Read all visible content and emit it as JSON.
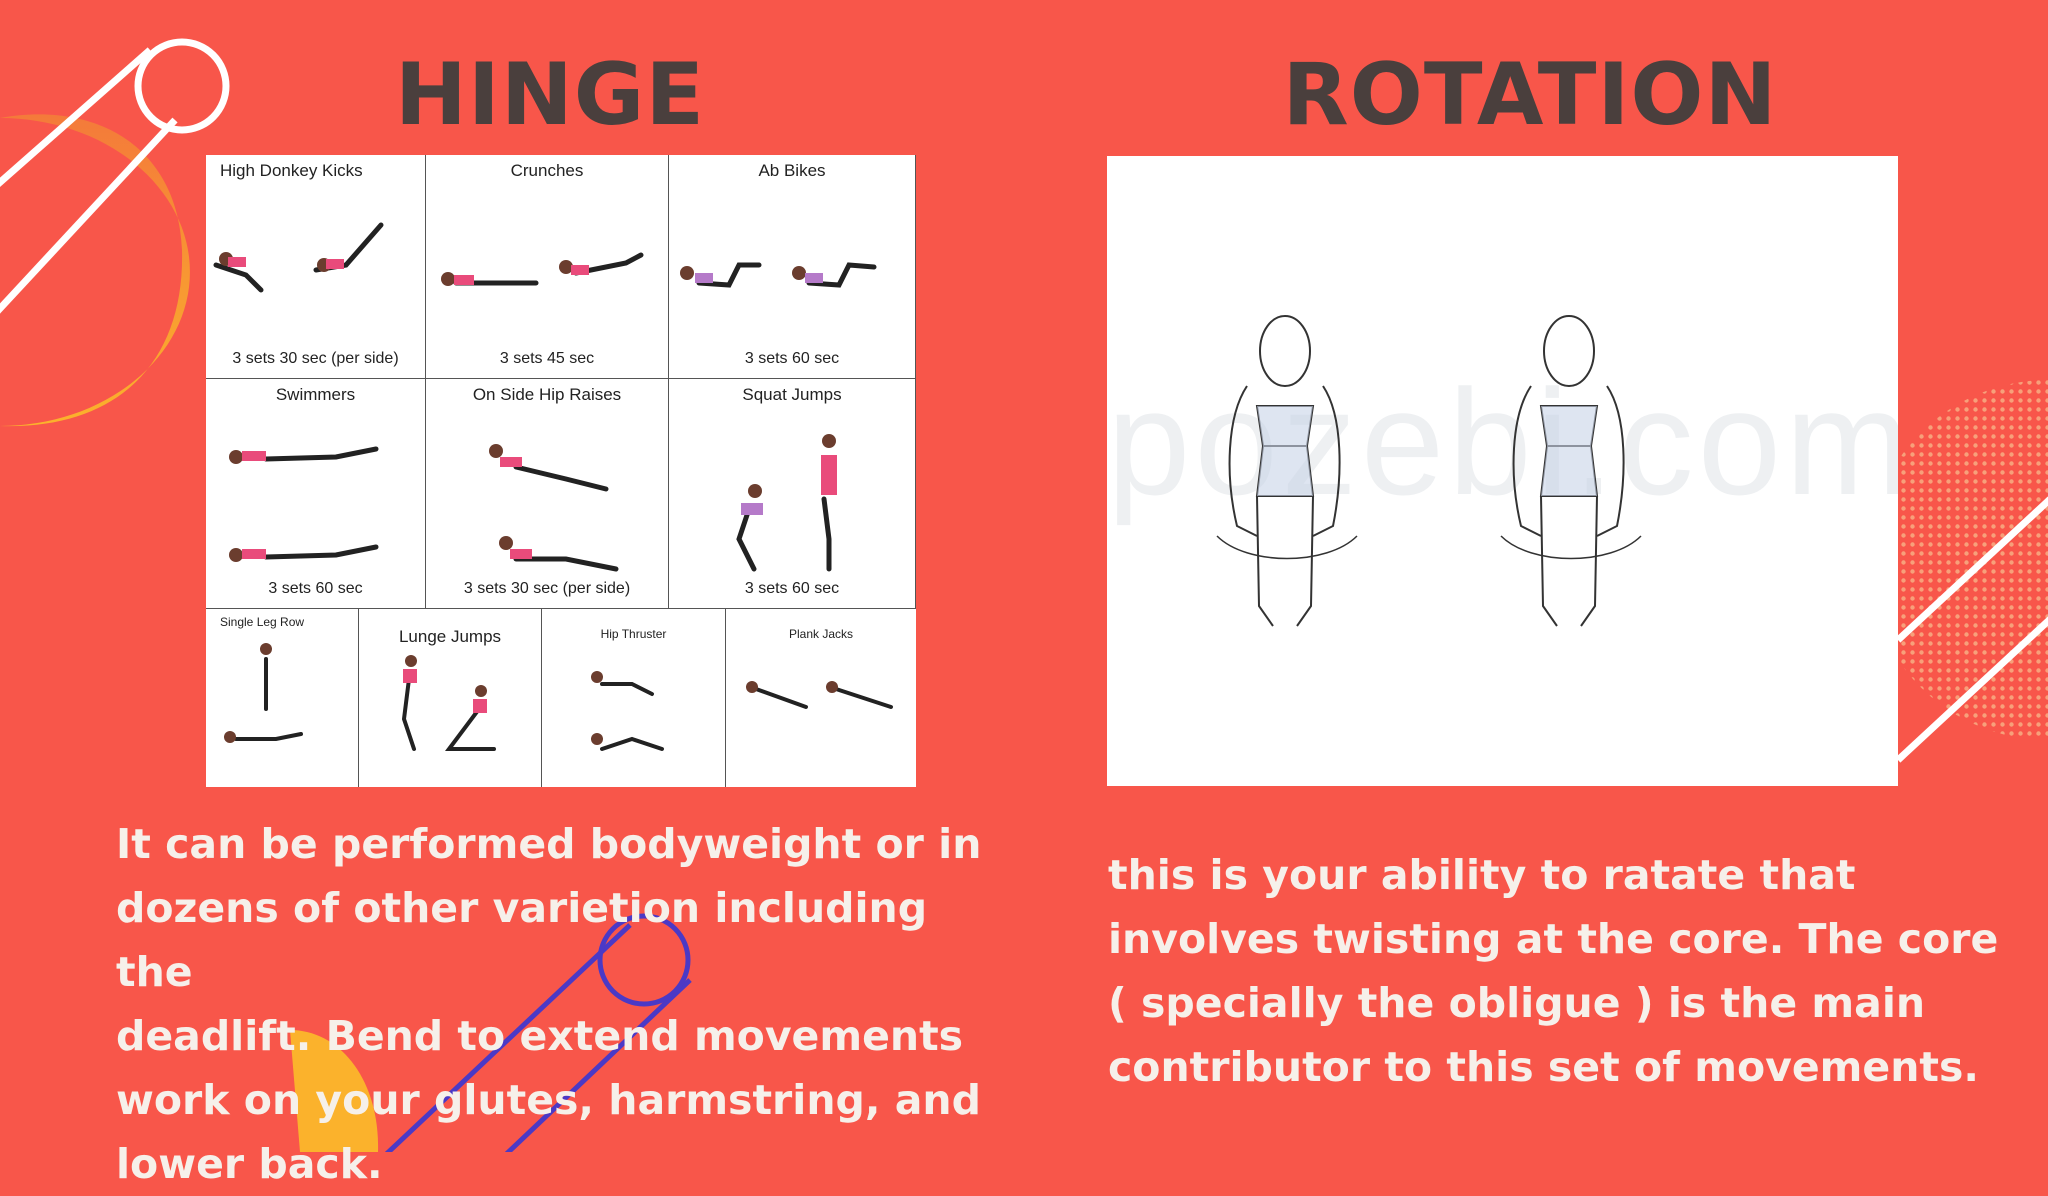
{
  "slide": {
    "background_color": "#f8564a",
    "heading_color": "#4a3f3d",
    "text_color": "#f6f0ea"
  },
  "hinge": {
    "title": "HINGE",
    "description": "It can  be performed bodyweight or in\ndozens of other varietion including the\ndeadlift. Bend to extend movements\nwork on your glutes, harmstring, and\nlower back.",
    "exercises": [
      {
        "name": "High Donkey Kicks",
        "sets": "3 sets 30 sec (per side)"
      },
      {
        "name": "Crunches",
        "sets": "3 sets 45 sec"
      },
      {
        "name": "Ab Bikes",
        "sets": "3 sets 60 sec"
      },
      {
        "name": "Swimmers",
        "sets": "3 sets 60 sec"
      },
      {
        "name": "On Side Hip Raises",
        "sets": "3 sets 30 sec (per side)"
      },
      {
        "name": "Squat Jumps",
        "sets": "3 sets 60 sec"
      },
      {
        "name": "Single Leg Row",
        "sets": ""
      },
      {
        "name": "Lunge Jumps",
        "sets": ""
      },
      {
        "name": "Hip Thruster",
        "sets": ""
      },
      {
        "name": "Plank Jacks",
        "sets": ""
      }
    ]
  },
  "rotation": {
    "title": "ROTATION",
    "description": "this is your ability to ratate that\ninvolves twisting at the core. The core\n( specially the obligue ) is the main\ncontributor to this  set of movements.",
    "watermark": "pozebi.com"
  }
}
